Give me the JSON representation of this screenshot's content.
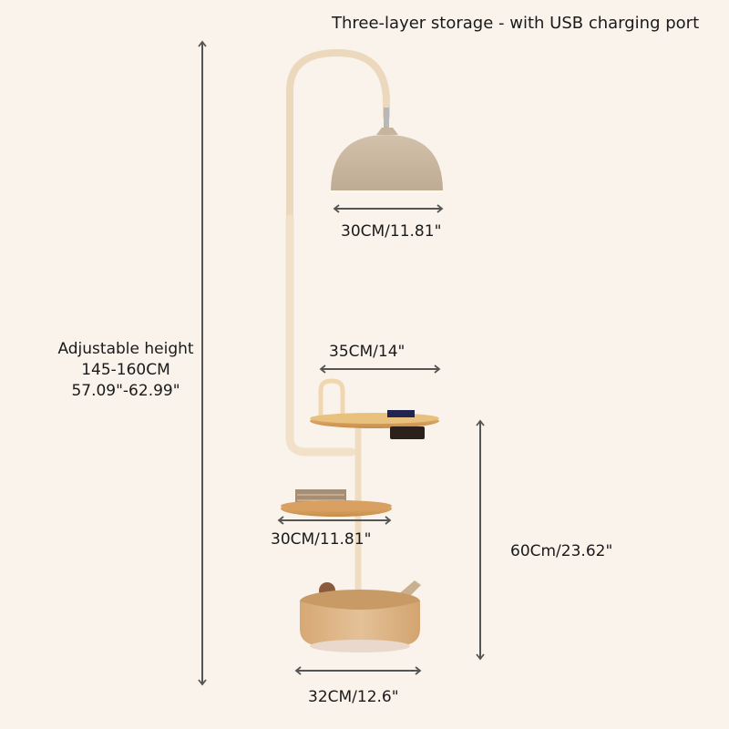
{
  "title": "Three-layer storage - with USB charging port",
  "dimensions": {
    "overall_height": {
      "label": "Adjustable height",
      "range_cm": "145-160CM",
      "range_in": "57.09\"-62.99\""
    },
    "lampshade_width": "30CM/11.81\"",
    "top_tray_width": "35CM/14\"",
    "middle_tray_width": "30CM/11.81\"",
    "basket_width": "32CM/12.6\"",
    "storage_height": "60Cm/23.62\""
  },
  "colors": {
    "background": "#f9f3ec",
    "arrow": "#555555",
    "lamp_frame": "#eedcc0",
    "shade": "#c9b7a1",
    "wood": "#dcaa6a",
    "basket": "#d9b283"
  }
}
